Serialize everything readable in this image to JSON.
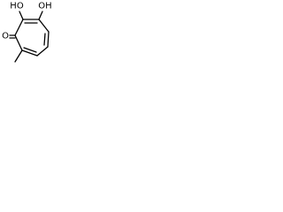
{
  "molecule": {
    "atom_labels": {
      "hydroxyl_left": "HO",
      "hydroxyl_right": "OH",
      "carbonyl_oxygen": "O"
    }
  },
  "colors": {
    "bond": "#000000",
    "background": "#ffffff"
  }
}
